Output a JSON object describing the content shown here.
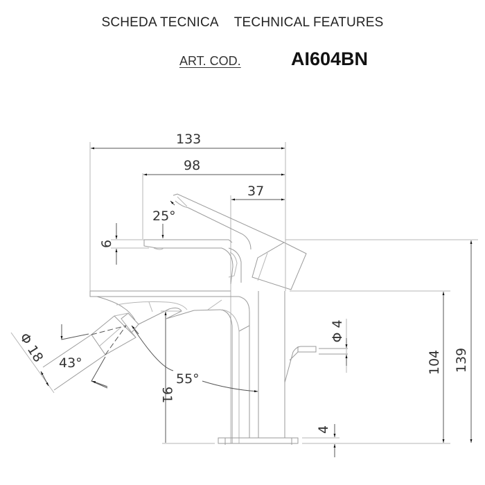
{
  "header": {
    "title_it": "SCHEDA TECNICA",
    "title_en": "TECHNICAL FEATURES",
    "art_cod_label": "ART. COD.",
    "art_cod_value": "AI604BN"
  },
  "dimensions": {
    "overall_width": "133",
    "spout_reach": "98",
    "body_to_back": "37",
    "lever_angle": "25°",
    "spout_thickness": "6",
    "spray_diameter": "Φ 18",
    "spray_angle": "43°",
    "spray_tilt": "55°",
    "spout_height": "91",
    "pop_up_diameter": "Φ 4",
    "base_thickness": "4",
    "body_height": "104",
    "total_height": "139"
  },
  "colors": {
    "line": "#9a9a9a",
    "dimension_line": "#555555",
    "text": "#333333"
  }
}
